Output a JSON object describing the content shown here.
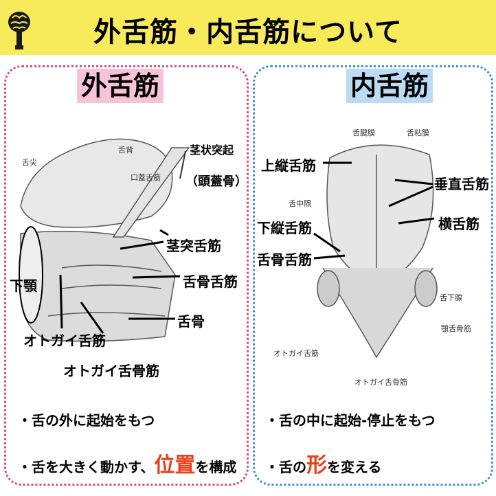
{
  "header": {
    "title": "外舌筋・内舌筋について"
  },
  "left": {
    "title": "外舌筋",
    "small": {
      "tongue_back": "舌背",
      "tongue_tip": "舌尖",
      "palatoglossus": "口蓋舌筋"
    },
    "labels": {
      "styloid": "茎状突起",
      "skull": "（頭蓋骨）",
      "styloglossus": "茎突舌筋",
      "hyoglossus": "舌骨舌筋",
      "hyoid": "舌骨",
      "mandible": "下顎",
      "genioglossus": "オトガイ舌筋",
      "geniohyoid": "オトガイ舌骨筋"
    },
    "bullets": {
      "b1": "・舌の外に起始をもつ",
      "b2_pre": "・舌を大きく動かす、",
      "b2_hl": "位置",
      "b2_post": "を構成"
    }
  },
  "right": {
    "title": "内舌筋",
    "small": {
      "lingual_aponeurosis": "舌腱膜",
      "mucosa": "舌粘膜",
      "septum": "舌中隔",
      "sublingual": "舌下腺",
      "mylohyoid": "顎舌骨筋",
      "genioglossus_small": "オトガイ舌筋",
      "geniohyoid_small": "オトガイ舌骨筋"
    },
    "labels": {
      "superior_longitudinal": "上縦舌筋",
      "vertical": "垂直舌筋",
      "transverse": "横舌筋",
      "inferior_longitudinal": "下縦舌筋",
      "hyoglossus": "舌骨舌筋"
    },
    "bullets": {
      "b1": "・舌の中に起始-停止をもつ",
      "b2_pre": "・舌の",
      "b2_hl": "形",
      "b2_post": "を変える"
    }
  },
  "colors": {
    "header_bg": "#f7ea5b",
    "left_border": "#e0457b",
    "right_border": "#3a8fe0",
    "left_title_bg": "#f7c3d8",
    "right_title_bg": "#bcdcf5",
    "highlight": "#e8401a"
  }
}
